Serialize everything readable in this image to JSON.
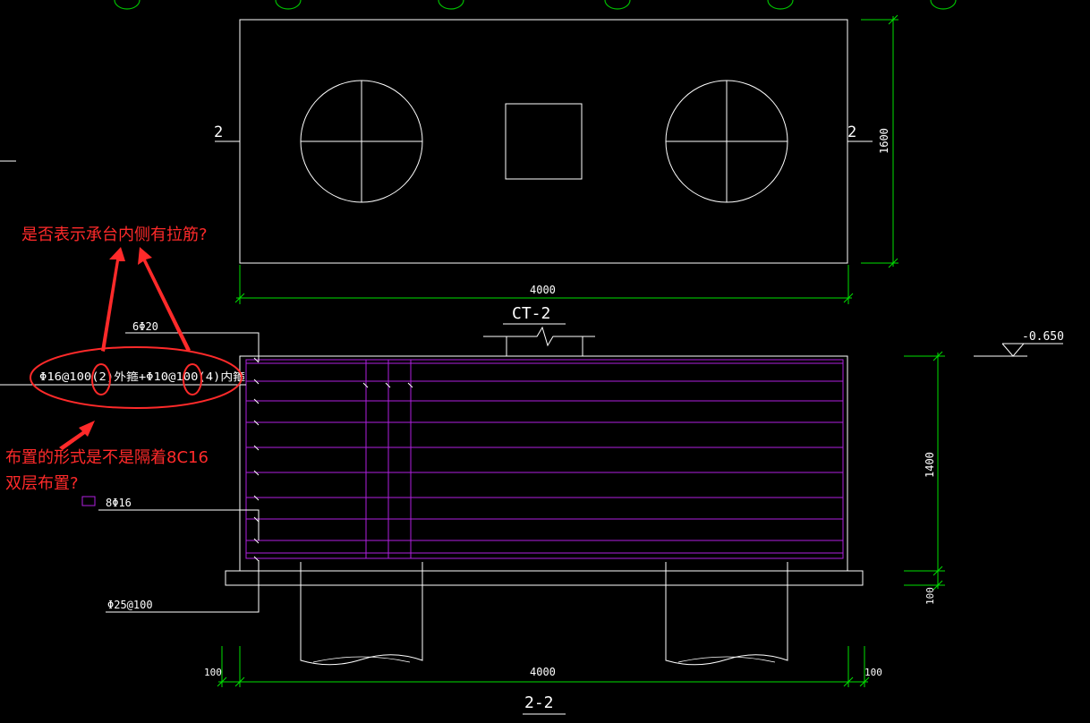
{
  "colors": {
    "background": "#000000",
    "line": "#ffffff",
    "dimension": "#00e000",
    "rebar": "#b020e0",
    "annotation": "#ff2a2a"
  },
  "plan": {
    "title": "CT-2",
    "section_mark_left": "2",
    "section_mark_right": "2",
    "dim_width": "4000",
    "dim_height": "1600"
  },
  "section": {
    "title": "2-2",
    "top_bars": "6Φ20",
    "stirrups": "Φ16@100(2)外箍+Φ10@100(4)内箍",
    "side_bars": "8Φ16",
    "bottom_bars": "Φ25@100",
    "elevation": "-0.650",
    "dim_height": "1400",
    "dim_cushion": "100",
    "dim_width": "4000",
    "dim_left_overhang": "100",
    "dim_right_overhang": "100"
  },
  "annotations": {
    "question_1": "是否表示承台内侧有拉筋?",
    "question_2_line1": "布置的形式是不是隔着8C16",
    "question_2_line2": "双层布置?"
  }
}
